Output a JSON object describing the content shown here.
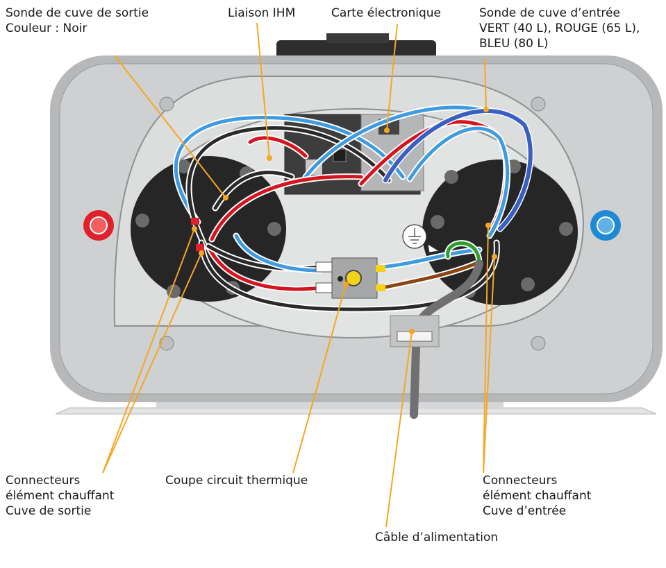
{
  "labels": {
    "sonde_sortie": {
      "line1": "Sonde de cuve de sortie",
      "line2": "Couleur : Noir"
    },
    "liaison_ihm": "Liaison IHM",
    "carte": "Carte électronique",
    "sonde_entree": {
      "line1": "Sonde de cuve d’entrée",
      "line2": "VERT (40 L), ROUGE (65 L),",
      "line3": "BLEU (80 L)"
    },
    "connecteurs_sortie": {
      "line1": "Connecteurs",
      "line2": "élément chauffant",
      "line3": "Cuve de sortie"
    },
    "coupe_circuit": "Coupe circuit thermique",
    "connecteurs_entree": {
      "line1": "Connecteurs",
      "line2": "élément chauffant",
      "line3": "Cuve d’entrée"
    },
    "cable": "Câble d’alimentation"
  },
  "colors": {
    "leader": "#f5a623",
    "housing": "#c9cacb",
    "housing_inner": "#d9dadb",
    "heater": "#2b2b2b",
    "wire_blue_light": "#3f9be0",
    "wire_blue_dark": "#3a5fc2",
    "wire_red": "#d4141e",
    "wire_black": "#2a2a2a",
    "wire_brown": "#8b4513",
    "wire_green": "#2aa02a",
    "wire_grey": "#707070",
    "hot_connector": "#e0202a",
    "cold_connector": "#1f8ad4"
  },
  "icons": [
    "earth-ground-icon"
  ]
}
